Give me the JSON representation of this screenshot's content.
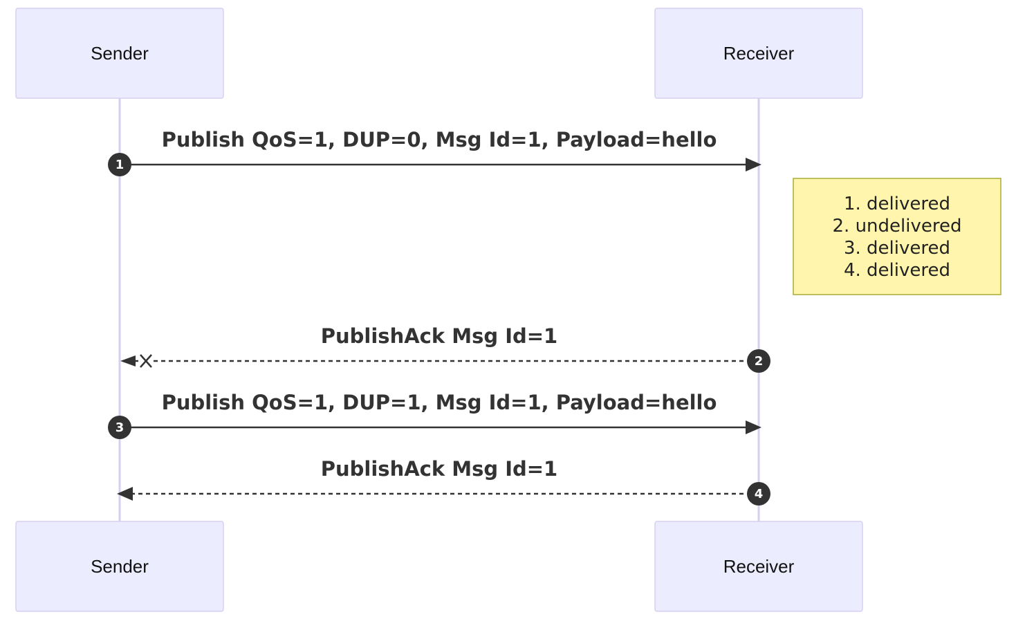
{
  "diagram": {
    "actors": [
      {
        "id": "sender",
        "label": "Sender"
      },
      {
        "id": "receiver",
        "label": "Receiver"
      }
    ],
    "messages": [
      {
        "seq": "1",
        "label": "Publish QoS=1, DUP=0, Msg Id=1, Payload=hello",
        "from": "sender",
        "to": "receiver",
        "style": "solid",
        "lost": false
      },
      {
        "seq": "2",
        "label": "PublishAck Msg Id=1",
        "from": "receiver",
        "to": "sender",
        "style": "dashed",
        "lost": true
      },
      {
        "seq": "3",
        "label": "Publish QoS=1, DUP=1, Msg Id=1, Payload=hello",
        "from": "sender",
        "to": "receiver",
        "style": "solid",
        "lost": false
      },
      {
        "seq": "4",
        "label": "PublishAck Msg Id=1",
        "from": "receiver",
        "to": "sender",
        "style": "dashed",
        "lost": false
      }
    ],
    "note": {
      "lines": [
        "1. delivered",
        "2. undelivered",
        "3. delivered",
        "4. delivered"
      ]
    }
  }
}
